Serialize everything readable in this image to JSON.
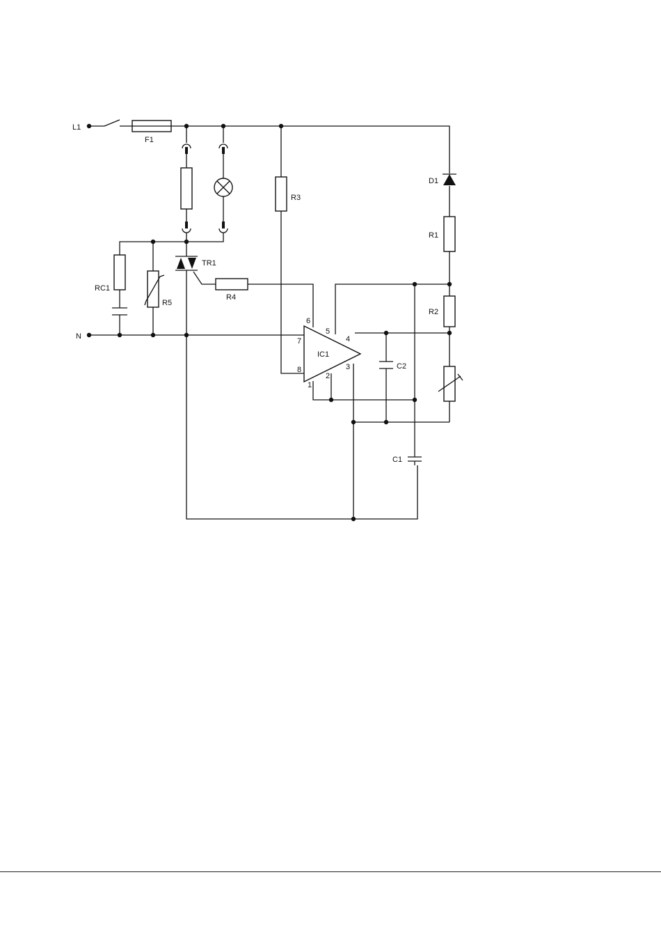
{
  "diagram": {
    "terminals": {
      "line": "L1",
      "neutral": "N"
    },
    "components": {
      "fuse": "F1",
      "diode": "D1",
      "resistor_r1": "R1",
      "resistor_r2": "R2",
      "resistor_r3": "R3",
      "resistor_r4": "R4",
      "varistor": "R5",
      "rc_snubber": "RC1",
      "triac": "TR1",
      "ic": "IC1",
      "capacitor_c1": "C1",
      "capacitor_c2": "C2"
    },
    "ic_pins": [
      "1",
      "2",
      "3",
      "4",
      "5",
      "6",
      "7",
      "8"
    ]
  }
}
